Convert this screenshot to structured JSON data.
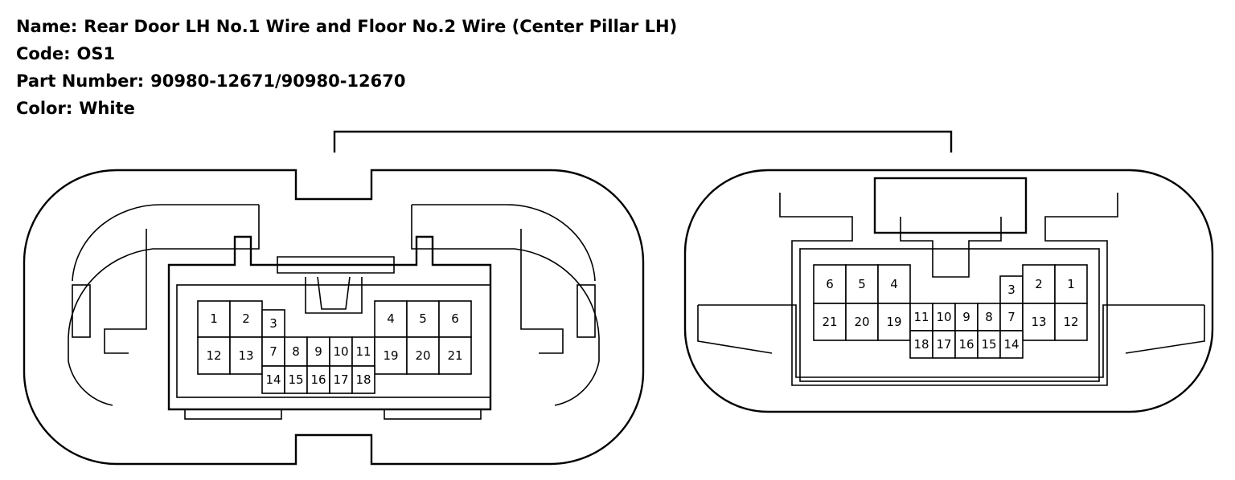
{
  "header": {
    "name_label": "Name:",
    "name_value": "Rear Door LH No.1 Wire and Floor No.2 Wire (Center Pillar LH)",
    "code_label": "Code:",
    "code_value": "OS1",
    "part_label": "Part Number:",
    "part_value": "90980-12671/90980-12670",
    "color_label": "Color:",
    "color_value": "White"
  },
  "connectors": {
    "left": {
      "pins": [
        {
          "label": "1"
        },
        {
          "label": "2"
        },
        {
          "label": "3"
        },
        {
          "label": "4"
        },
        {
          "label": "5"
        },
        {
          "label": "6"
        },
        {
          "label": "12"
        },
        {
          "label": "13"
        },
        {
          "label": "7"
        },
        {
          "label": "8"
        },
        {
          "label": "9"
        },
        {
          "label": "10"
        },
        {
          "label": "11"
        },
        {
          "label": "19"
        },
        {
          "label": "20"
        },
        {
          "label": "21"
        },
        {
          "label": "14"
        },
        {
          "label": "15"
        },
        {
          "label": "16"
        },
        {
          "label": "17"
        },
        {
          "label": "18"
        }
      ]
    },
    "right": {
      "pins": [
        {
          "label": "6"
        },
        {
          "label": "5"
        },
        {
          "label": "4"
        },
        {
          "label": "3"
        },
        {
          "label": "2"
        },
        {
          "label": "1"
        },
        {
          "label": "21"
        },
        {
          "label": "20"
        },
        {
          "label": "19"
        },
        {
          "label": "11"
        },
        {
          "label": "10"
        },
        {
          "label": "9"
        },
        {
          "label": "8"
        },
        {
          "label": "7"
        },
        {
          "label": "13"
        },
        {
          "label": "12"
        },
        {
          "label": "18"
        },
        {
          "label": "17"
        },
        {
          "label": "16"
        },
        {
          "label": "15"
        },
        {
          "label": "14"
        }
      ]
    }
  }
}
